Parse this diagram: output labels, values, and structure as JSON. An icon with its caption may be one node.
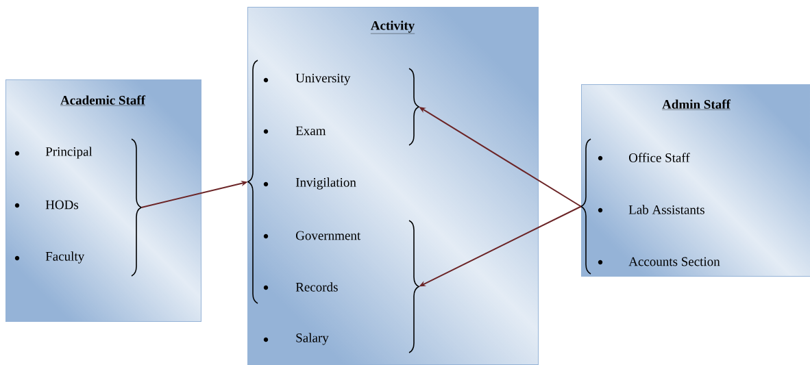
{
  "diagram": {
    "nodes": [
      {
        "text": [
          "Academic Staff",
          "Principal",
          "HODs",
          "Faculty"
        ]
      },
      {
        "text": [],
        "shape": "brace",
        "in": 0
      },
      {
        "text": [
          "Activity",
          "University",
          "Exam",
          "Invigilation",
          "Government",
          "Records",
          "Salary"
        ]
      },
      {
        "text": [],
        "shape": "brace",
        "in": 2
      },
      {
        "text": [],
        "shape": "brace",
        "in": 2
      },
      {
        "text": [],
        "shape": "brace",
        "in": 2
      },
      {
        "text": [
          "Admin Staff",
          "Office Staff",
          "Lab Assistants",
          "Accounts Section"
        ]
      },
      {
        "text": [],
        "shape": "brace",
        "in": 6
      }
    ],
    "edges": [
      {
        "from": 1,
        "to": 3,
        "arrow": "to"
      },
      {
        "from": 7,
        "to": 4,
        "arrow": "to"
      },
      {
        "from": 7,
        "to": 5,
        "arrow": "to"
      }
    ]
  }
}
